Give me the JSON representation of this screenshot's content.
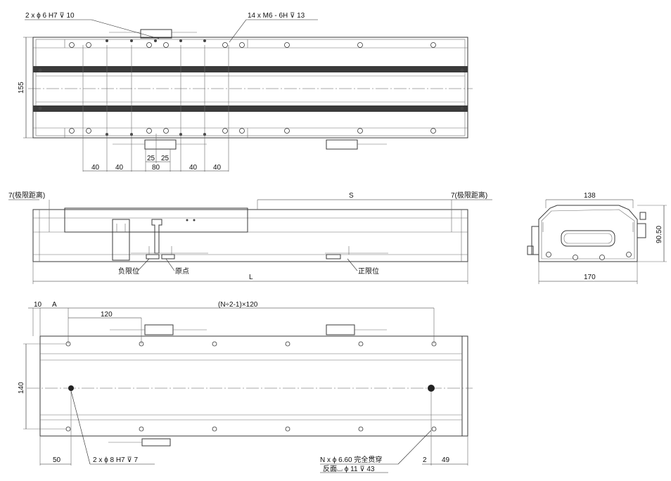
{
  "top_view": {
    "callout_pins": "2 x  ϕ 6 H7  ⊽ 10",
    "callout_taps": "14 x  M6 - 6H  ⊽ 13",
    "height_dim": "155",
    "bottom_dims": [
      "40",
      "40",
      "25",
      "25",
      "80",
      "40",
      "40"
    ]
  },
  "side_view": {
    "limit_left": "7(极限距离)",
    "limit_right": "7(极限距离)",
    "stroke_label": "S",
    "length_label": "L",
    "neg_limit": "负限位",
    "origin": "原点",
    "pos_limit": "正限位"
  },
  "end_view": {
    "width_top": "138",
    "width_bottom": "170",
    "height": "90.50"
  },
  "base_view": {
    "dim_10": "10",
    "dim_A": "A",
    "pitch_formula": "(N÷2-1)×120",
    "pitch": "120",
    "height_dim": "140",
    "dim_50": "50",
    "dim_2": "2",
    "dim_49": "49",
    "callout_pins": "2 x   ϕ 8 H7  ⊽ 7",
    "callout_mount_1": "N x   ϕ 6.60  完全贯穿",
    "callout_mount_2": "反面⌴  ϕ 11  ⊽ 43"
  }
}
